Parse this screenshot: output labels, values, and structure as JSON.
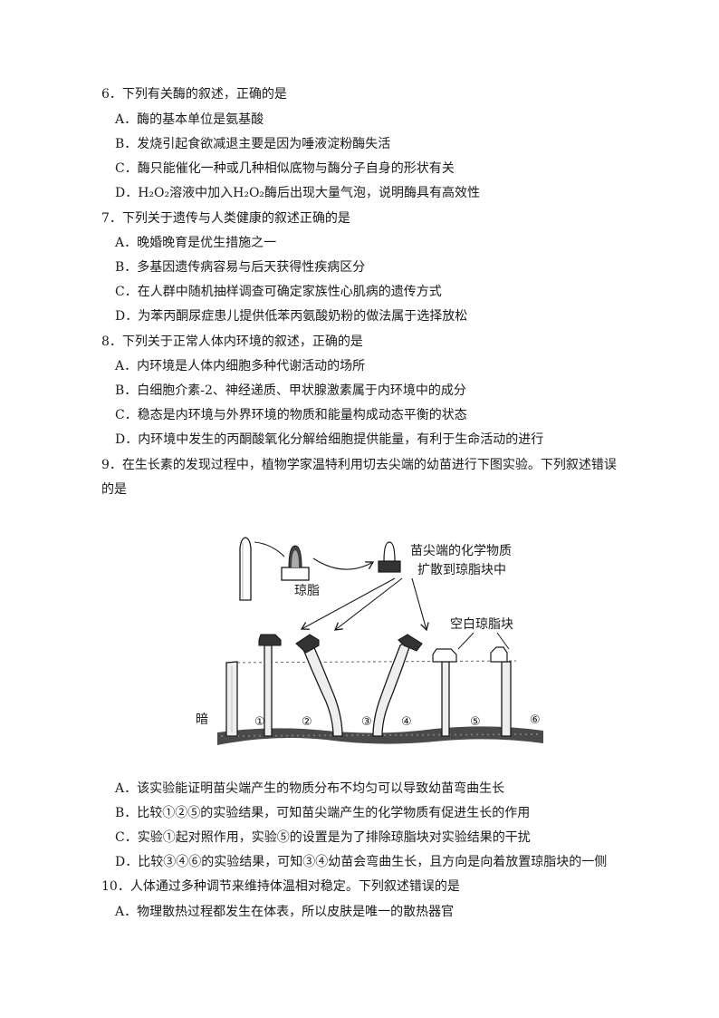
{
  "questions": [
    {
      "stem": "6．下列有关酶的叙述，正确的是",
      "options": [
        "A．酶的基本单位是氨基酸",
        "B．发烧引起食欲减退主要是因为唾液淀粉酶失活",
        "C．酶只能催化一种或几种相似底物与酶分子自身的形状有关",
        "D．H₂O₂溶液中加入H₂O₂酶后出现大量气泡，说明酶具有高效性"
      ]
    },
    {
      "stem": "7．下列关于遗传与人类健康的叙述正确的是",
      "options": [
        "A．晚婚晚育是优生措施之一",
        "B．多基因遗传病容易与后天获得性疾病区分",
        "C．在人群中随机抽样调查可确定家族性心肌病的遗传方式",
        "D．为苯丙酮尿症患儿提供低苯丙氨酸奶粉的做法属于选择放松"
      ]
    },
    {
      "stem": "8．下列关于正常人体内环境的叙述，正确的是",
      "options": [
        "A．内环境是人体内细胞多种代谢活动的场所",
        "B．白细胞介素-2、神经递质、甲状腺激素属于内环境中的成分",
        "C．稳态是内环境与外界环境的物质和能量构成动态平衡的状态",
        "D．内环境中发生的丙酮酸氧化分解给细胞提供能量，有利于生命活动的进行"
      ]
    },
    {
      "stem_line1": "9．在生长素的发现过程中，植物学家温特利用切去尖端的幼苗进行下图实验。下列叙述错误",
      "stem_line2": "的是",
      "options": [
        "A．该实验能证明苗尖端产生的物质分布不均匀可以导致幼苗弯曲生长",
        "B．比较①②⑤的实验结果，可知苗尖端产生的化学物质有促进生长的作用",
        "C．实验①起对照作用，实验⑤的设置是为了排除琼脂块对实验结果的干扰",
        "D．比较③④⑥的实验结果，可知③④幼苗会弯曲生长，且方向是向着放置琼脂块的一侧"
      ]
    },
    {
      "stem": "10．人体通过多种调节来维持体温相对稳定。下列叙述错误的是",
      "options": [
        "A．物理散热过程都发生在体表，所以皮肤是唯一的散热器官"
      ]
    }
  ],
  "figure": {
    "label_agar": "琼脂",
    "label_diffuse_1": "苗尖端的化学物质",
    "label_diffuse_2": "扩散到琼脂块中",
    "label_blank_agar": "空白琼脂块",
    "label_dark": "暗",
    "numbers": [
      "①",
      "②",
      "③",
      "④",
      "⑤",
      "⑥"
    ]
  }
}
